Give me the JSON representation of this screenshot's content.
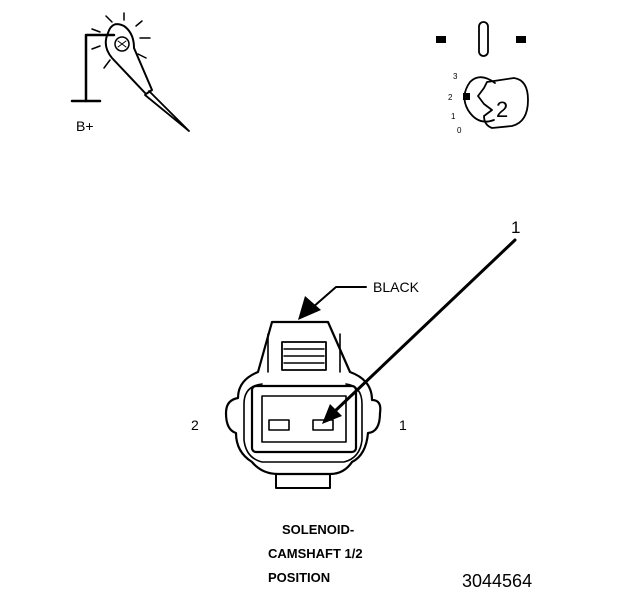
{
  "test_light": {
    "battery_label": "B+"
  },
  "key_icon": {
    "key_number": "2",
    "positions": [
      "3",
      "2",
      "1",
      "0"
    ]
  },
  "connector": {
    "color_label": "BLACK",
    "callout_number": "1",
    "pin_left_label": "2",
    "pin_right_label": "1"
  },
  "caption": {
    "line1": "SOLENOID-",
    "line2": "CAMSHAFT 1/2",
    "line3": "POSITION"
  },
  "figure_id": "3044564"
}
